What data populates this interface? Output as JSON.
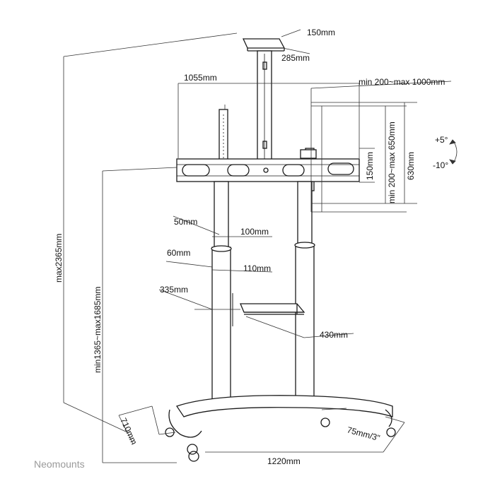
{
  "dimensions": {
    "top_plate_width": "150mm",
    "top_plate_depth": "285mm",
    "mount_width": "1055mm",
    "vesa_horizontal": "min 200~max 1000mm",
    "vesa_vertical": "min 200~max 650mm",
    "arm_height": "150mm",
    "screen_height": "630mm",
    "tilt_up": "+5°",
    "tilt_down": "-10°",
    "max_height": "max2365mm",
    "mount_height_range": "min1365~max1685mm",
    "upper_pole_offset": "50mm",
    "upper_pole_width": "100mm",
    "lower_pole_offset": "60mm",
    "lower_pole_width": "110mm",
    "shelf_depth": "335mm",
    "shelf_width": "430mm",
    "base_depth": "710mm",
    "caster_size": "75mm/3\"",
    "base_width": "1220mm"
  },
  "brand": "Neomounts",
  "colors": {
    "line": "#1a1a1a",
    "dimension_line": "#333333",
    "brand": "#9a9a9a",
    "background": "#ffffff"
  }
}
